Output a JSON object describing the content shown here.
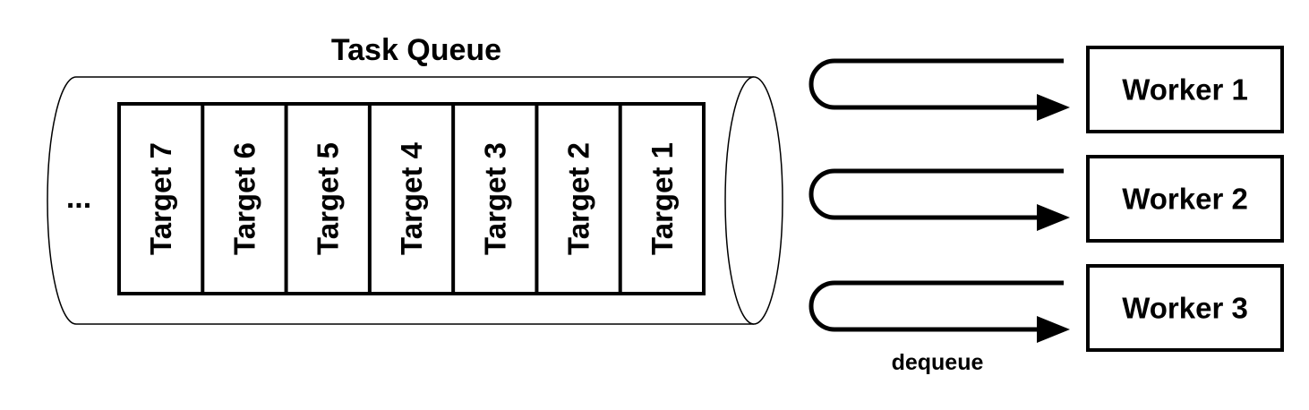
{
  "queue": {
    "title": "Task Queue",
    "overflow_marker": "...",
    "cells": [
      "Target 7",
      "Target 6",
      "Target 5",
      "Target 4",
      "Target 3",
      "Target 2",
      "Target 1"
    ]
  },
  "workers": [
    "Worker 1",
    "Worker 2",
    "Worker 3"
  ],
  "arrow_label": "dequeue",
  "colors": {
    "stroke": "#000000",
    "background": "#ffffff"
  }
}
